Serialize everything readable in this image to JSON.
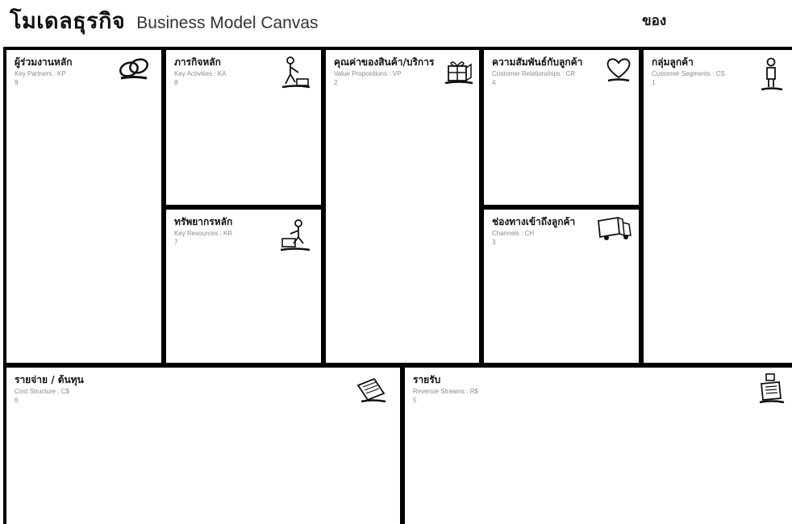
{
  "header": {
    "title_th": "โมเดลธุรกิจ",
    "title_en": "Business Model Canvas",
    "owner_label": "ของ"
  },
  "blocks": {
    "kp": {
      "title": "ผู้ร่วมงานหลัก",
      "subtitle": "Key Partners : KP",
      "number": "9",
      "icon": "chain-links-icon"
    },
    "ka": {
      "title": "ภารกิจหลัก",
      "subtitle": "Key Activities : KA",
      "number": "8",
      "icon": "worker-activity-icon"
    },
    "kr": {
      "title": "ทรัพยากรหลัก",
      "subtitle": "Key Resources : KR",
      "number": "7",
      "icon": "worker-resources-icon"
    },
    "vp": {
      "title": "คุณค่าของสินค้า/บริการ",
      "subtitle": "Value Propositions : VP",
      "number": "2",
      "icon": "gift-box-icon"
    },
    "cr": {
      "title": "ความสัมพันธ์กับลูกค้า",
      "subtitle": "Customer Relationships : CR",
      "number": "4",
      "icon": "heart-icon"
    },
    "ch": {
      "title": "ช่องทางเข้าถึงลูกค้า",
      "subtitle": "Channels : CH",
      "number": "3",
      "icon": "delivery-truck-icon"
    },
    "cs": {
      "title": "กลุ่มลูกค้า",
      "subtitle": "Customer Segments : CS",
      "number": "1",
      "icon": "customer-person-icon"
    },
    "cost": {
      "title": "รายจ่าย / ต้นทุน",
      "subtitle": "Cost Structure : C$",
      "number": "6",
      "icon": "price-tag-icon"
    },
    "rev": {
      "title": "รายรับ",
      "subtitle": "Revenue Streams : R$",
      "number": "5",
      "icon": "cash-register-icon"
    }
  }
}
